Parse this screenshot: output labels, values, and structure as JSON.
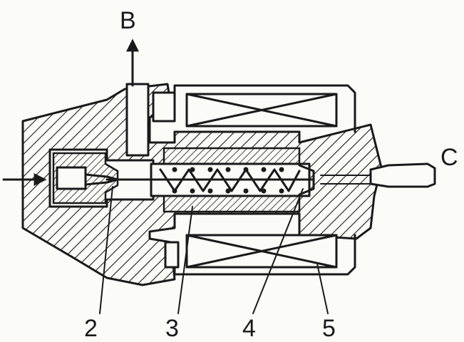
{
  "diagram": {
    "labels": {
      "inlet_top": "B",
      "outlet_right": "C",
      "part_2": "2",
      "part_3": "3",
      "part_4": "4",
      "part_5": "5"
    }
  }
}
